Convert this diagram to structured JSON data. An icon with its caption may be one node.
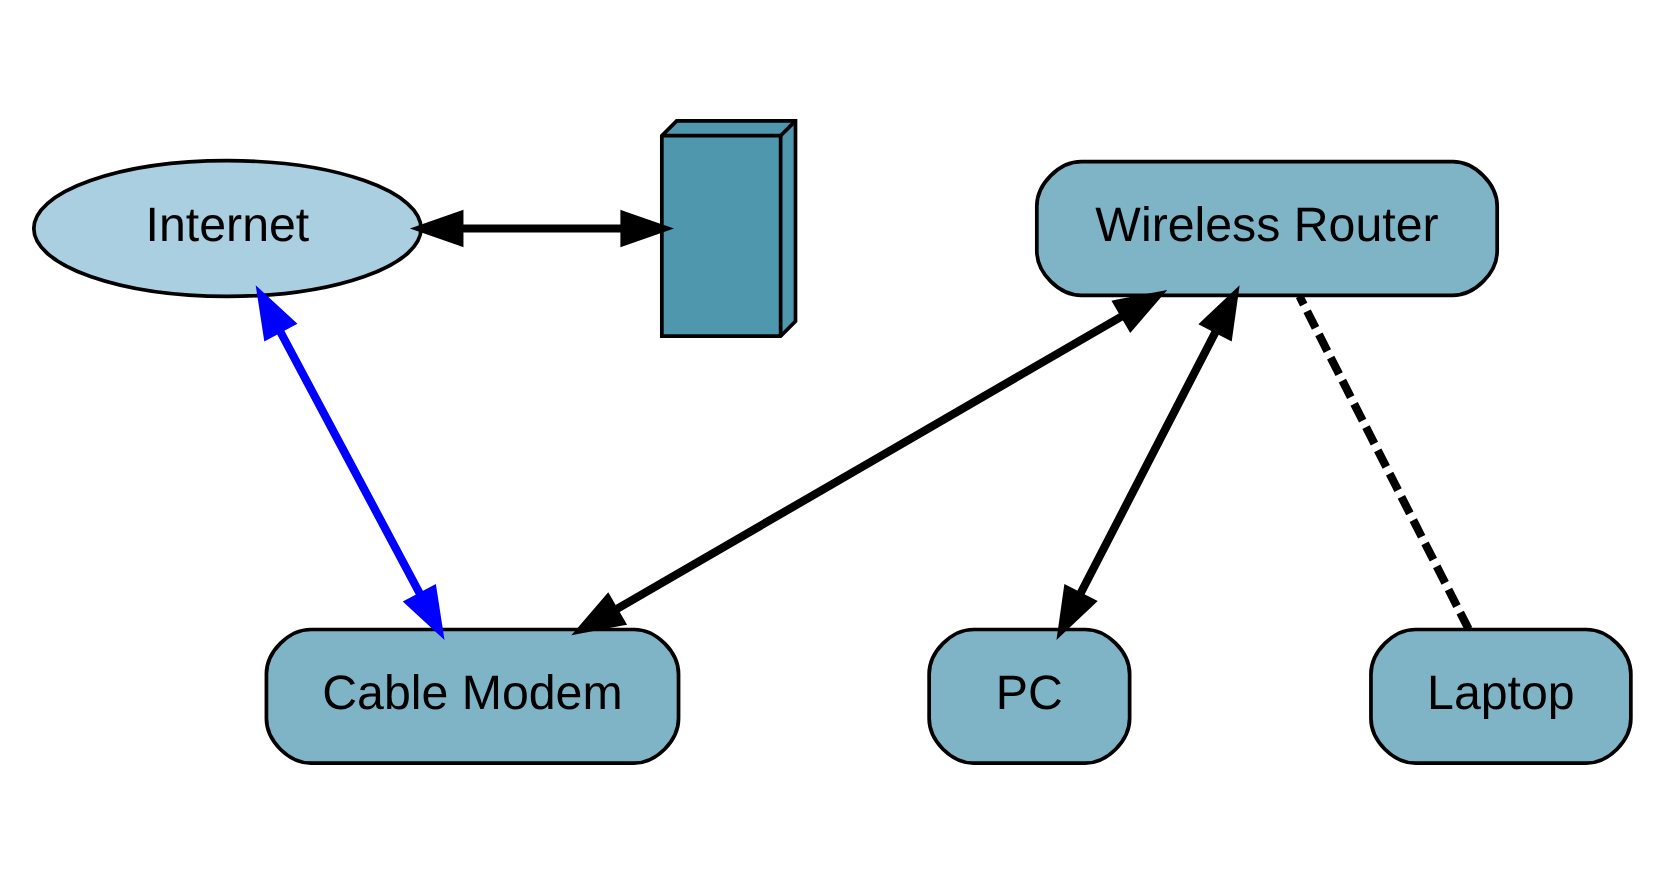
{
  "diagram": {
    "nodes": [
      {
        "text": [
          "Wireless Router"
        ]
      },
      {
        "text": [
          "Internet"
        ]
      },
      {
        "text": [],
        "shape": "picture"
      },
      {
        "text": [
          "PC"
        ]
      },
      {
        "text": [
          "Laptop"
        ]
      },
      {
        "text": [
          "Cable Modem"
        ]
      }
    ],
    "edges": [
      {
        "from": 3,
        "to": 0,
        "arrow": "both"
      },
      {
        "from": 4,
        "to": 0,
        "arrow": "none",
        "style": "dashed"
      },
      {
        "from": 0,
        "to": 5,
        "arrow": "both"
      },
      {
        "from": 5,
        "to": 1,
        "arrow": "both",
        "color": "#0000ff"
      },
      {
        "from": 1,
        "to": 2,
        "arrow": "both"
      }
    ]
  }
}
